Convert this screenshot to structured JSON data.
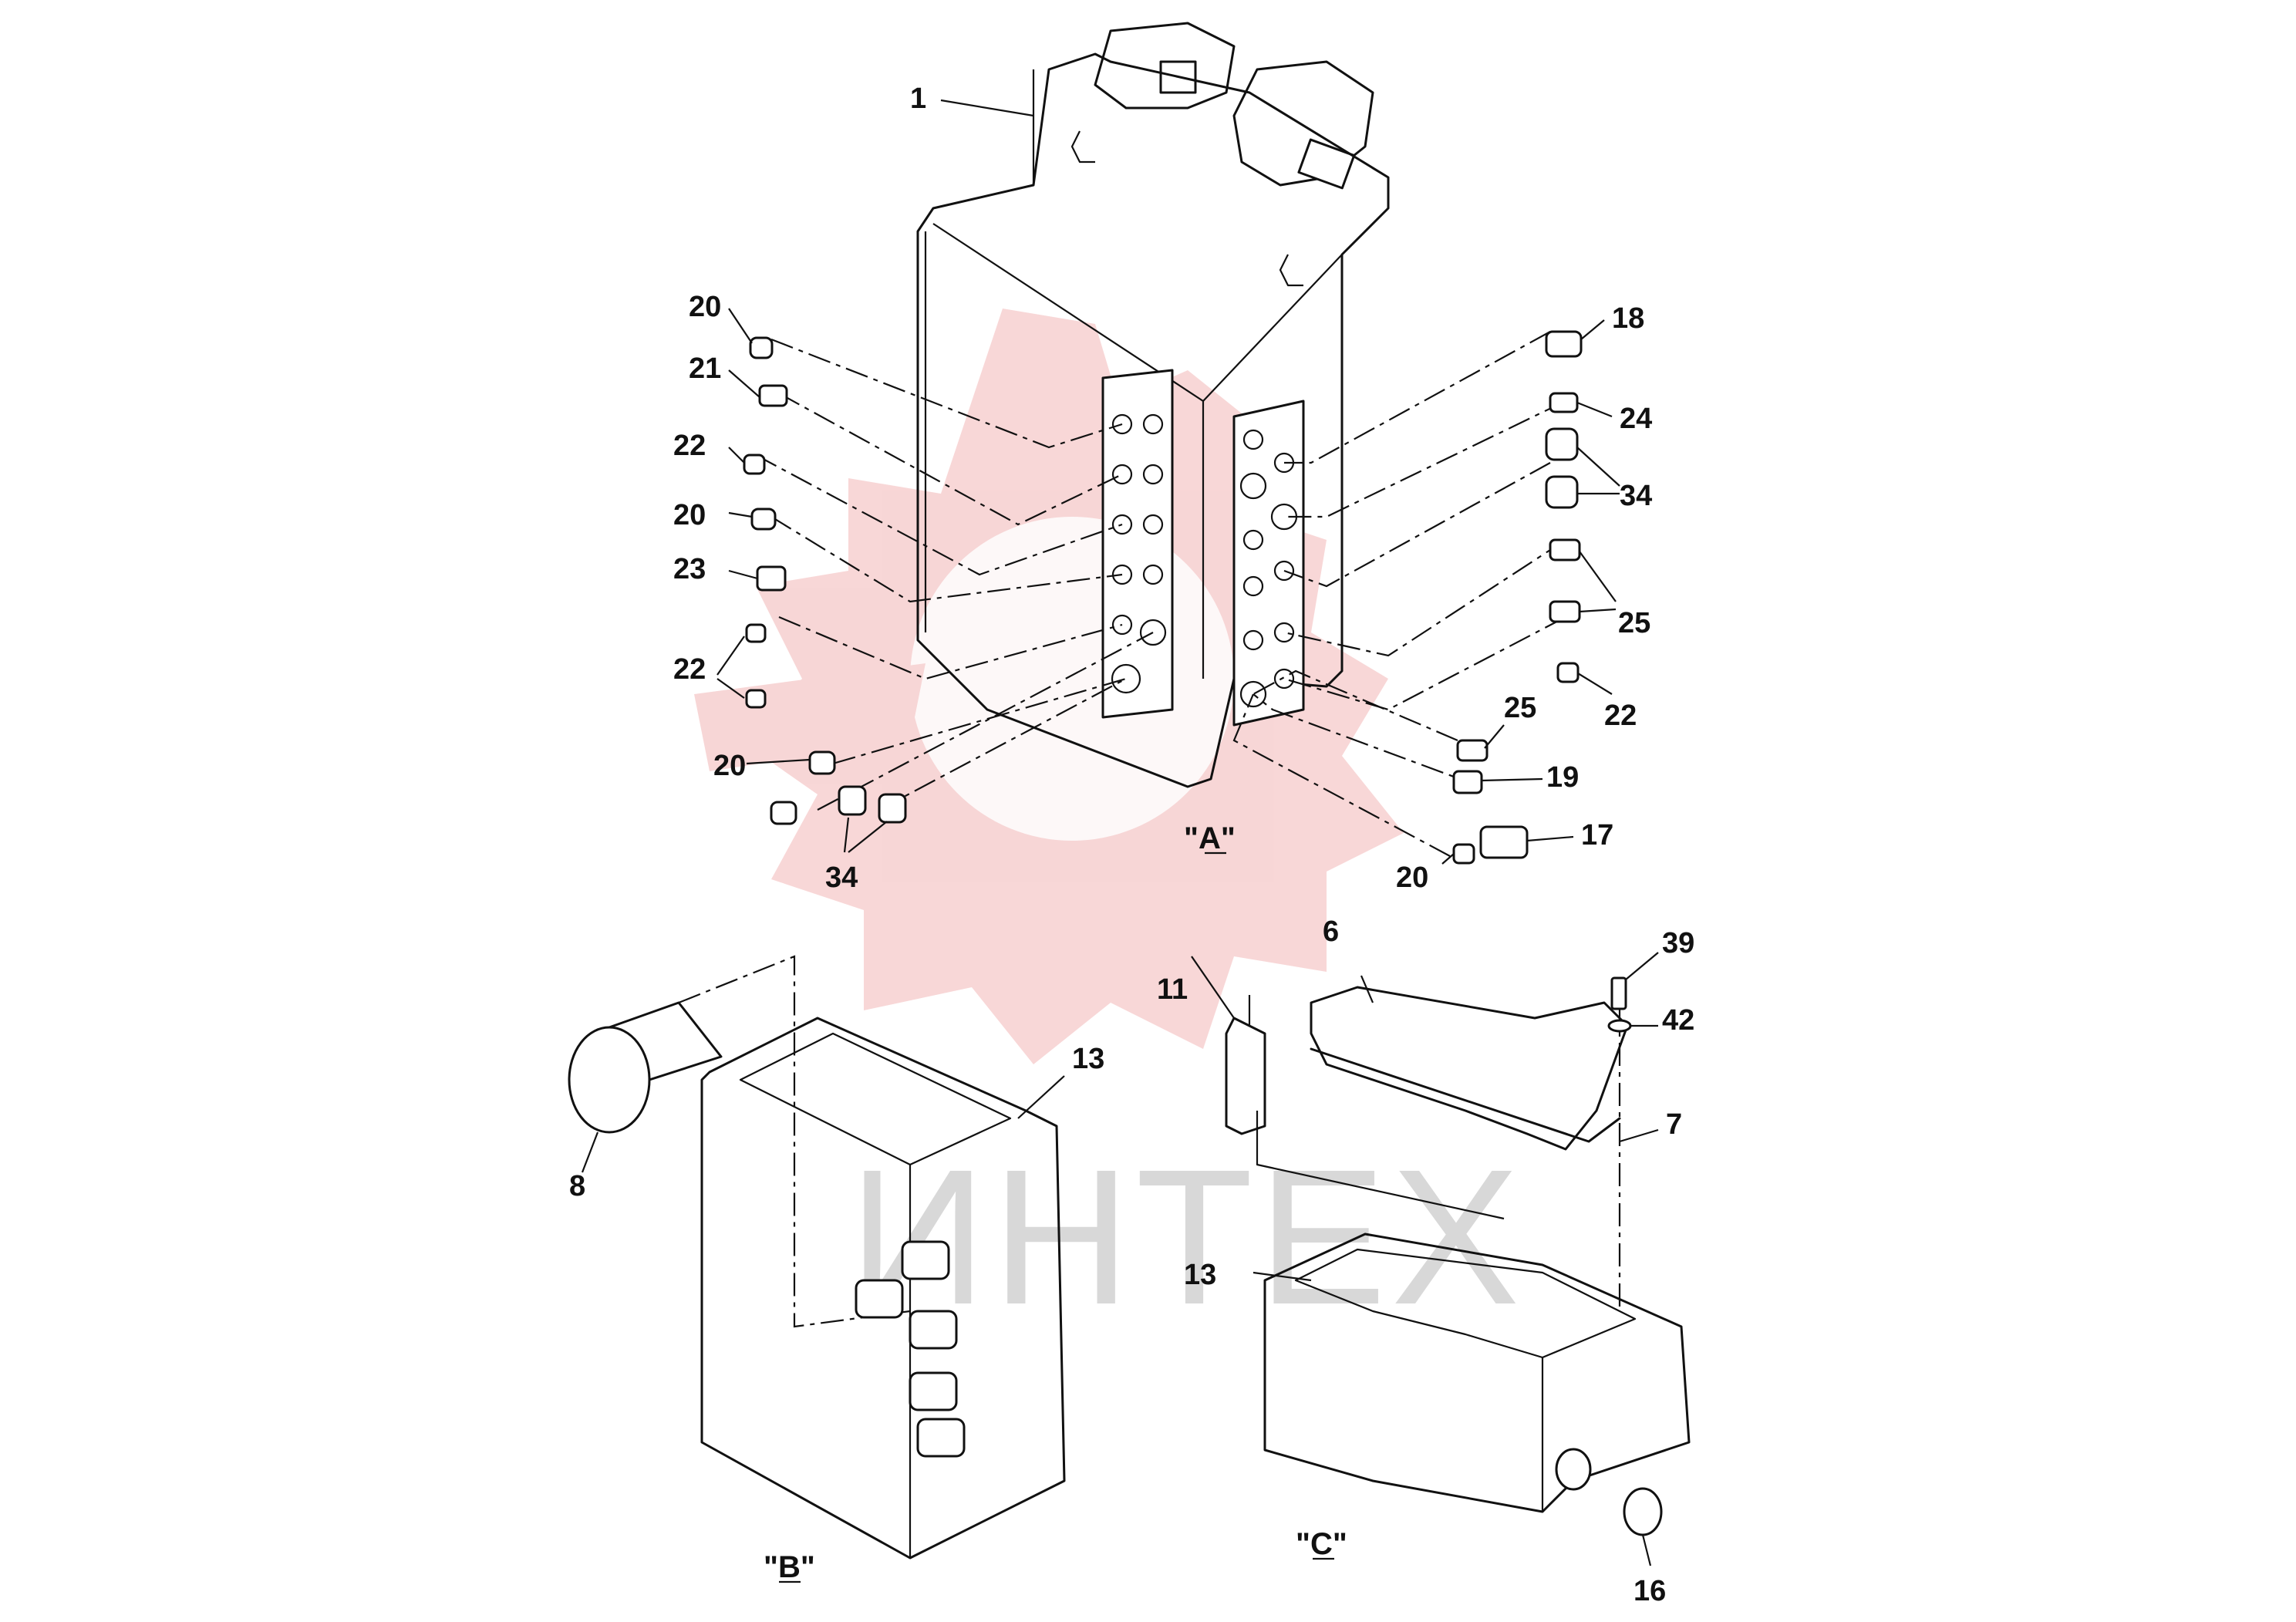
{
  "watermark": {
    "text": "ИНТЕХ",
    "color": "#f2b6b6"
  },
  "views": {
    "a": {
      "label": "\"A\"",
      "letter": "A"
    },
    "b": {
      "label": "\"B\"",
      "letter": "B"
    },
    "c": {
      "label": "\"C\"",
      "letter": "C"
    }
  },
  "callouts": {
    "a_1": "1",
    "a_20_top": "20",
    "a_21": "21",
    "a_22_a": "22",
    "a_20_mid": "20",
    "a_23": "23",
    "a_22_b": "22",
    "a_20_low": "20",
    "a_34_left": "34",
    "a_18": "18",
    "a_24": "24",
    "a_34_right": "34",
    "a_25_right": "25",
    "a_22_right": "22",
    "a_25_low": "25",
    "a_19": "19",
    "a_17": "17",
    "a_20_right": "20",
    "b_8": "8",
    "b_13": "13",
    "c_6": "6",
    "c_11": "11",
    "c_39": "39",
    "c_42": "42",
    "c_7": "7",
    "c_13": "13",
    "c_16": "16"
  }
}
